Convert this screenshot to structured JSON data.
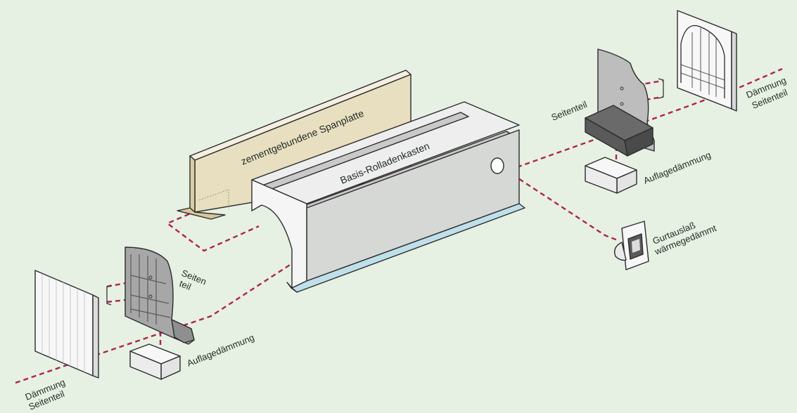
{
  "colors": {
    "background": "#e6f1e3",
    "dashed_line": "#b0224e",
    "panel_face": "#e8dfc0",
    "box_face": "#d6d8d6",
    "side_part": "#a7a7a7"
  },
  "labels": {
    "chipboard": "zementgebundene Spanplatte",
    "main_box": "Basis-Rolladenkasten",
    "side_left_line1": "Seiten",
    "side_left_line2": "teil",
    "side_right": "Seitenteil",
    "support_insulation_left": "Auflagedämmung",
    "support_insulation_right": "Auflagedämmung",
    "insulation_left_line1": "Dämmung",
    "insulation_left_line2": "Seitenteil",
    "insulation_right_line1": "Dämmung",
    "insulation_right_line2": "Seitenteil",
    "belt_outlet_line1": "Gurtauslaß",
    "belt_outlet_line2": "wärmegedämmt"
  }
}
